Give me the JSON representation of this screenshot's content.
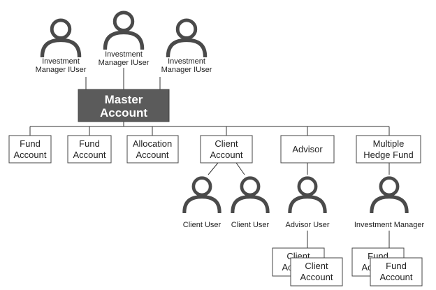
{
  "colors": {
    "line": "#333333",
    "person": "#4a4a4a",
    "master_fill": "#5b5b5b",
    "master_text": "#ffffff",
    "box_fill": "#ffffff",
    "box_border": "#444444"
  },
  "top_users": [
    {
      "line1": "Investment",
      "line2": "Manager IUser",
      "icon": "person-icon"
    },
    {
      "line1": "Investment",
      "line2": "Manager IUser",
      "icon": "person-icon"
    },
    {
      "line1": "Investment",
      "line2": "Manager IUser",
      "icon": "person-icon"
    }
  ],
  "master": {
    "line1": "Master",
    "line2": "Account"
  },
  "row": [
    {
      "line1": "Fund",
      "line2": "Account"
    },
    {
      "line1": "Fund",
      "line2": "Account"
    },
    {
      "line1": "Allocation",
      "line2": "Account"
    },
    {
      "line1": "Client",
      "line2": "Account"
    },
    {
      "line1": "Advisor",
      "line2": ""
    },
    {
      "line1": "Multiple",
      "line2": "Hedge Fund"
    }
  ],
  "sub_users": [
    {
      "label": "Client User",
      "icon": "person-icon"
    },
    {
      "label": "Client User",
      "icon": "person-icon"
    },
    {
      "label": "Advisor User",
      "icon": "person-icon"
    },
    {
      "label": "Investment Manager",
      "icon": "person-icon"
    }
  ],
  "stacks": [
    {
      "back": {
        "line1": "Client",
        "line2": "Account"
      },
      "front": {
        "line1": "Client",
        "line2": "Account"
      }
    },
    {
      "back": {
        "line1": "Fund",
        "line2": "Account"
      },
      "front": {
        "line1": "Fund",
        "line2": "Account"
      }
    }
  ]
}
